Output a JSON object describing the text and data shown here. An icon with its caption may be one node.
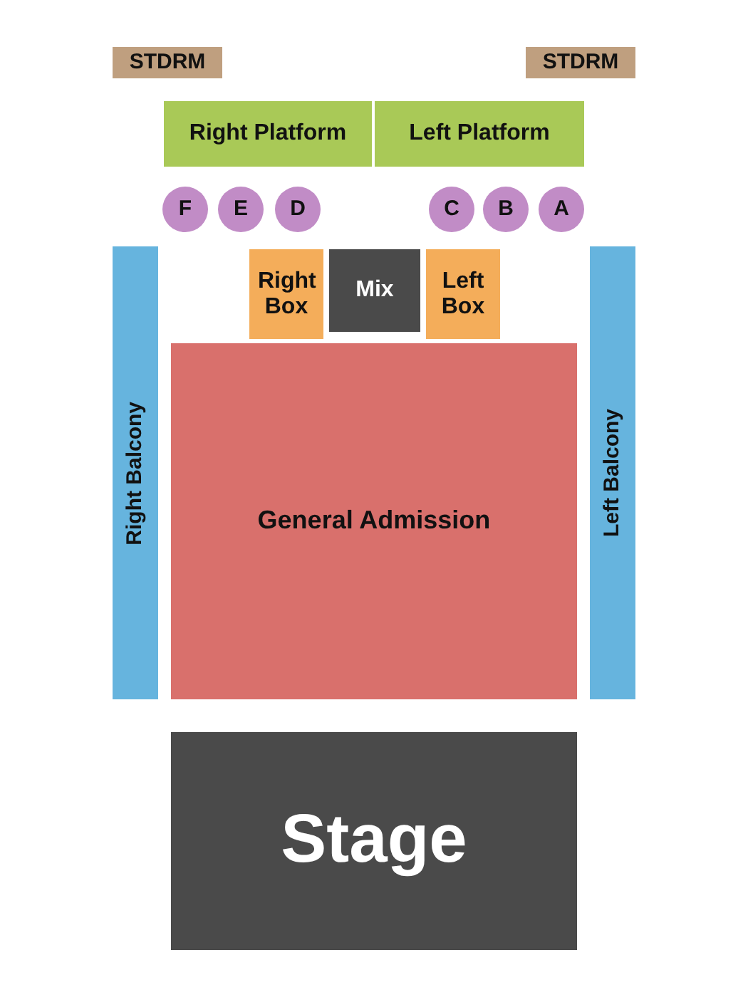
{
  "diagram": {
    "nodes": [
      {
        "text": [
          "STDRM"
        ]
      },
      {
        "text": [
          "STDRM"
        ]
      },
      {
        "text": [
          "Right Platform"
        ]
      },
      {
        "text": [
          "Left Platform"
        ]
      },
      {
        "text": [
          "F"
        ]
      },
      {
        "text": [
          "E"
        ]
      },
      {
        "text": [
          "D"
        ]
      },
      {
        "text": [
          "C"
        ]
      },
      {
        "text": [
          "B"
        ]
      },
      {
        "text": [
          "A"
        ]
      },
      {
        "text": [
          "Right Balcony"
        ]
      },
      {
        "text": [
          "Right Box"
        ]
      },
      {
        "text": [
          "Mix"
        ]
      },
      {
        "text": [
          "Left Box"
        ]
      },
      {
        "text": [
          "Left Balcony"
        ]
      },
      {
        "text": [
          "General Admission"
        ]
      },
      {
        "text": [
          "Stage"
        ]
      }
    ]
  }
}
